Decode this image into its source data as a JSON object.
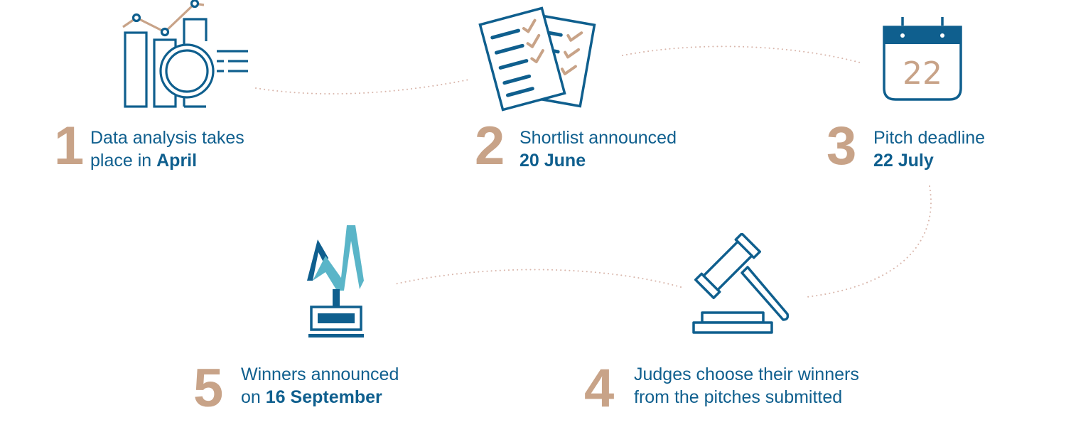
{
  "colors": {
    "blue": "#0f5f8e",
    "tan": "#c8a388",
    "teal": "#5ab5c8",
    "dots": "#d9b6ab"
  },
  "steps": [
    {
      "number": "1",
      "line1": "Data analysis takes",
      "line2_prefix": "place in ",
      "line2_bold": "April",
      "icon": "chart-magnifier-icon"
    },
    {
      "number": "2",
      "line1": "Shortlist announced",
      "line2_prefix": "",
      "line2_bold": "20 June",
      "icon": "checklist-documents-icon"
    },
    {
      "number": "3",
      "line1": "Pitch deadline",
      "line2_prefix": "",
      "line2_bold": "22 July",
      "icon": "calendar-icon"
    },
    {
      "number": "4",
      "line1": "Judges choose their winners",
      "line2_prefix": "from the pitches submitted",
      "line2_bold": "",
      "icon": "gavel-icon"
    },
    {
      "number": "5",
      "line1": "Winners announced",
      "line2_prefix": "on ",
      "line2_bold": "16 September",
      "icon": "trophy-icon"
    }
  ],
  "calendar": {
    "day": "22"
  }
}
